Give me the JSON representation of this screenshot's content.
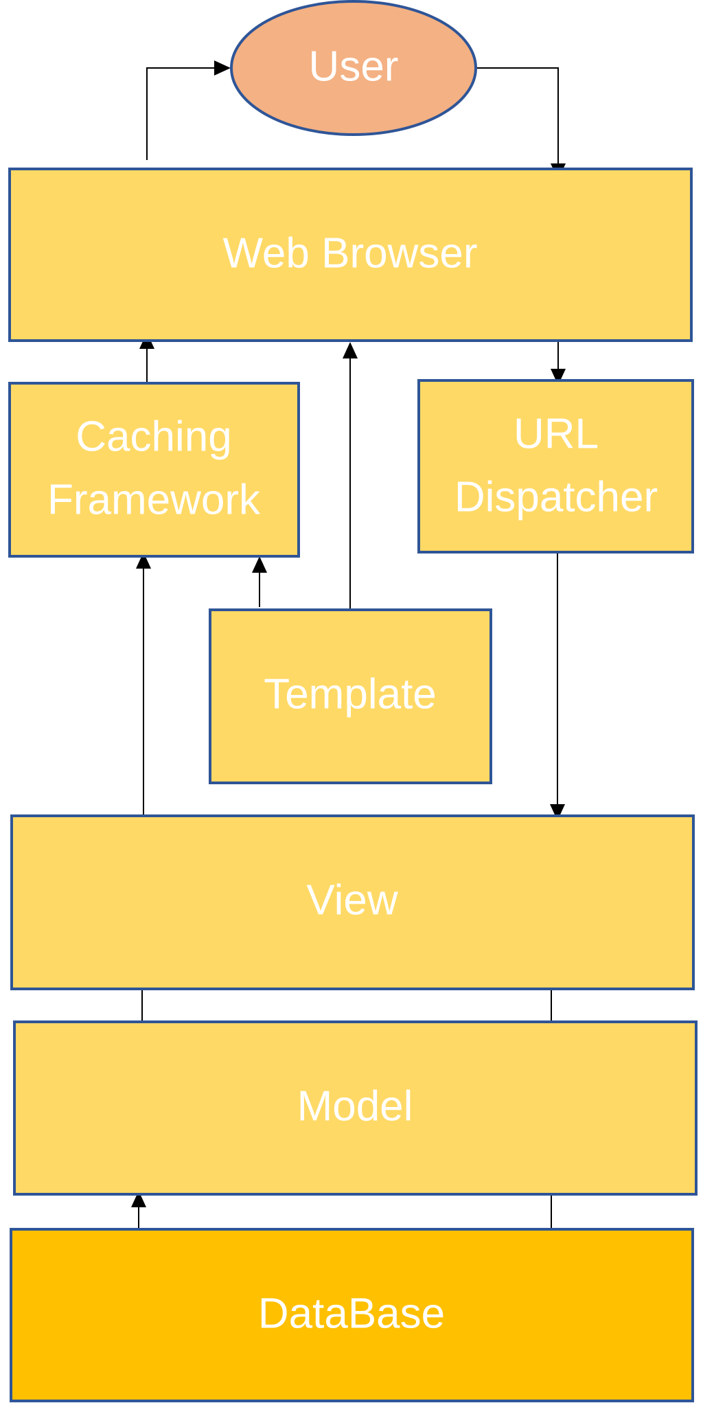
{
  "colors": {
    "box_fill": "#FFD966",
    "database_fill": "#FFC000",
    "user_fill": "#F4B183",
    "border": "#2F5597",
    "label": "#FFFFFF",
    "connector": "#000000"
  },
  "nodes": {
    "user": {
      "label": "User"
    },
    "web_browser": {
      "label": "Web Browser"
    },
    "caching_framework": {
      "line1": "Caching",
      "line2": "Framework"
    },
    "url_dispatcher": {
      "line1": "URL",
      "line2": "Dispatcher"
    },
    "template": {
      "label": "Template"
    },
    "view": {
      "label": "View"
    },
    "model": {
      "label": "Model"
    },
    "database": {
      "label": "DataBase"
    }
  }
}
